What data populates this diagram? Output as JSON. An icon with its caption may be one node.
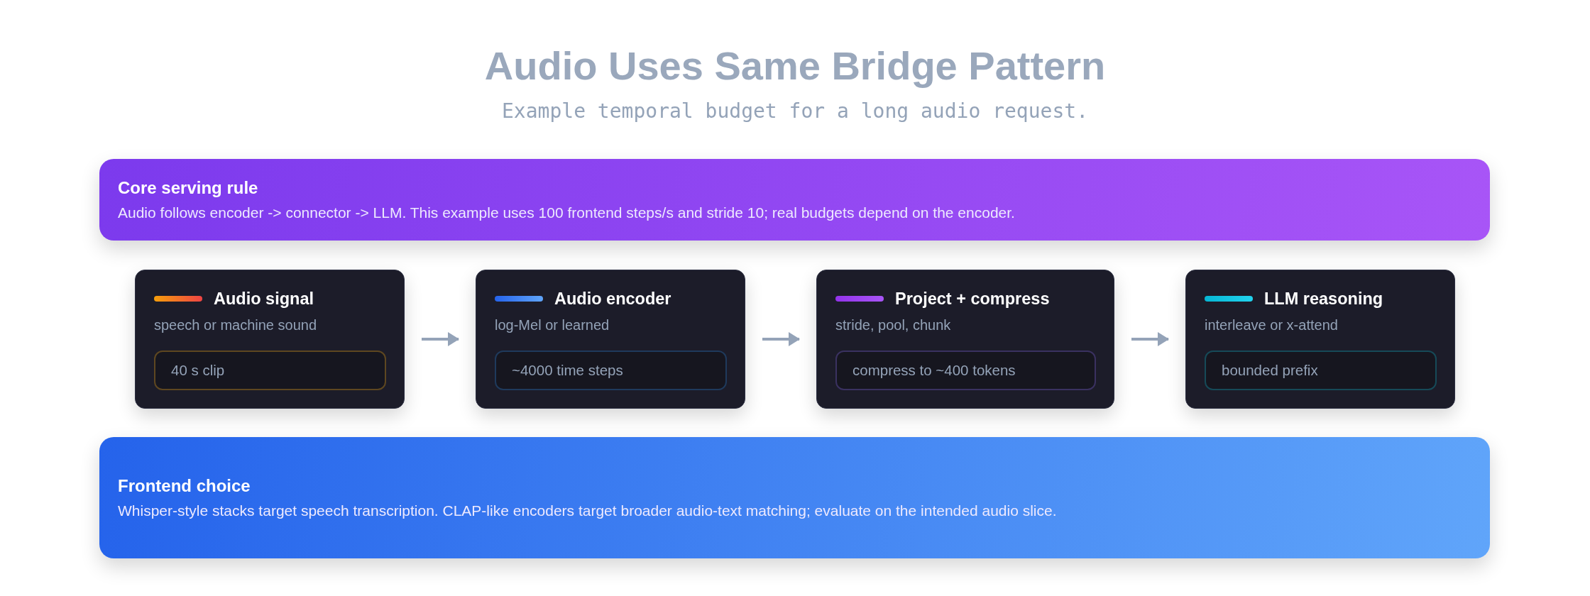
{
  "diagram": {
    "title": "Audio Uses Same Bridge Pattern",
    "caption": "Example temporal budget for a long audio request.",
    "nodes": [
      {
        "text": [
          "Core serving rule",
          "Audio follows encoder -> connector -> LLM. This example uses 100 frontend steps/s and stride 10; real budgets depend on the encoder."
        ]
      },
      {
        "text": [
          "Audio signal",
          "speech or machine sound"
        ]
      },
      {
        "text": [
          "40 s clip"
        ],
        "in": 1
      },
      {
        "text": [
          "Audio encoder",
          "log-Mel or learned"
        ]
      },
      {
        "text": [
          "~4000 time steps"
        ],
        "in": 3
      },
      {
        "text": [
          "Project + compress",
          "stride, pool, chunk"
        ]
      },
      {
        "text": [
          "compress to ~400 tokens"
        ],
        "in": 5
      },
      {
        "text": [
          "LLM reasoning",
          "interleave or x-attend"
        ]
      },
      {
        "text": [
          "bounded prefix"
        ],
        "in": 7
      },
      {
        "text": [
          "Frontend choice",
          "Whisper-style stacks target speech transcription. CLAP-like encoders target broader audio-text matching; evaluate on the intended audio slice."
        ]
      }
    ],
    "edges": [
      {
        "from": 1,
        "to": 3,
        "arrow": "to"
      },
      {
        "from": 3,
        "to": 5,
        "arrow": "to"
      },
      {
        "from": 5,
        "to": 7,
        "arrow": "to"
      }
    ]
  }
}
